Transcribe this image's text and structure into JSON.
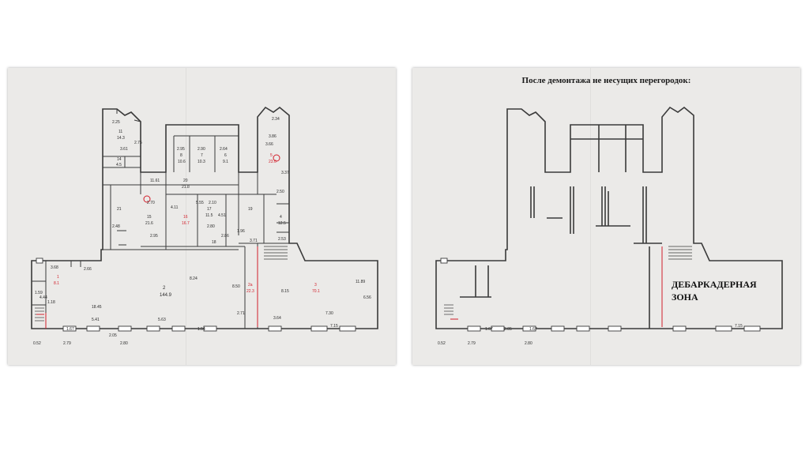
{
  "left_plan": {
    "room_labels": [
      {
        "no": "11",
        "area": "14.3"
      },
      {
        "no": "14",
        "area": "4.5"
      },
      {
        "no": "8",
        "area": "10.6"
      },
      {
        "no": "7",
        "area": "10.3"
      },
      {
        "no": "6",
        "area": "9.1"
      },
      {
        "no": "5",
        "area": "23.0"
      },
      {
        "no": "20",
        "area": "21.8"
      },
      {
        "no": "21",
        "area": ""
      },
      {
        "no": "15",
        "area": "21.6"
      },
      {
        "no": "16",
        "area": "16.7"
      },
      {
        "no": "17",
        "area": "11.5"
      },
      {
        "no": "19",
        "area": ""
      },
      {
        "no": "4",
        "area": "12.5"
      },
      {
        "no": "18",
        "area": ""
      },
      {
        "no": "2",
        "area": "144.9"
      },
      {
        "no": "2a",
        "area": "22.3"
      },
      {
        "no": "3",
        "area": "70.1"
      },
      {
        "no": "1",
        "area": "8.1"
      }
    ],
    "dimensions": [
      "2.25",
      "2.75",
      "3.61",
      "2.95",
      "2.90",
      "2.64",
      "3.66",
      "2.34",
      "3.86",
      "11.61",
      "2.70",
      "4.11",
      "5.55",
      "2.10",
      "4.51",
      "2.48",
      "2.95",
      "2.80",
      "1.96",
      "2.50",
      "3.37",
      "2.53",
      "3.71",
      "2.86",
      "3.68",
      "2.66",
      "1.18",
      "18.45",
      "5.41",
      "1.67",
      "2.05",
      "5.63",
      "1.54",
      "8.24",
      "11.89",
      "8.15",
      "6.56",
      "7.30",
      "3.64",
      "2.71",
      "7.15",
      "0.52",
      "2.79",
      "2.80",
      "1.59",
      "4.44",
      "8.50"
    ]
  },
  "right_plan": {
    "heading": "После демонтажа не несущих перегородок:",
    "zone_label_line1": "ДЕБАРКАДЕРНАЯ",
    "zone_label_line2": "ЗОНА",
    "dimensions": [
      "0.52",
      "2.79",
      "1.67",
      "2.05",
      "1.67",
      "2.80",
      "7.15"
    ]
  }
}
